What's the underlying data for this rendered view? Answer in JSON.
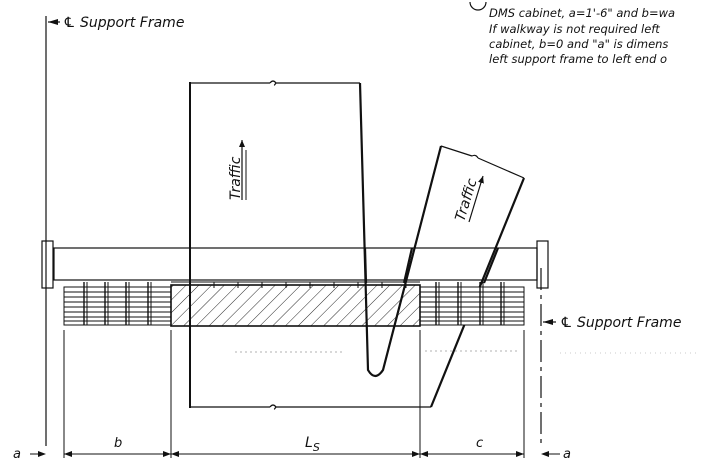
{
  "labels": {
    "support_frame_left": "℄ Support Frame",
    "support_frame_right": "℄ Support Frame",
    "traffic_1": "Traffic",
    "traffic_2": "Traffic",
    "dim_a_left": "a",
    "dim_b": "b",
    "dim_ls_main": "L",
    "dim_ls_sub": "S",
    "dim_c": "c",
    "dim_a_right": "a"
  },
  "note_lines": [
    "DMS cabinet, a=1'-6\" and b=wa",
    "If walkway is not required left",
    "cabinet, b=0 and \"a\" is dimens",
    "left support frame to left end o"
  ],
  "colors": {
    "line": "#111111",
    "background": "#ffffff"
  }
}
